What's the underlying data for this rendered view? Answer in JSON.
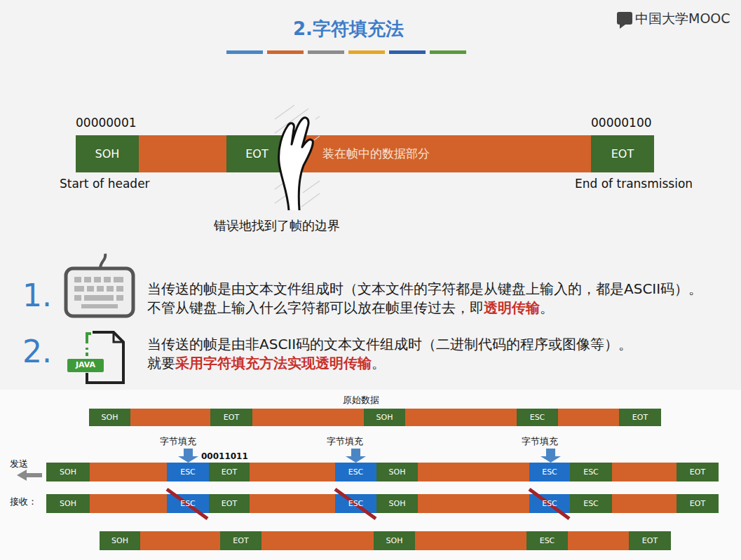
{
  "diagram": {
    "title": "2.字符填充法",
    "nodes": [
      {
        "text": [
          "SOH"
        ]
      },
      {
        "text": [
          "EOT"
        ]
      },
      {
        "text": [
          "装在帧中的数据部分"
        ]
      },
      {
        "text": [
          "EOT"
        ]
      },
      {
        "text": [
          "SOH"
        ]
      },
      {
        "text": [
          "EOT"
        ]
      },
      {
        "text": [
          "SOH"
        ]
      },
      {
        "text": [
          "ESC"
        ]
      },
      {
        "text": [
          "EOT"
        ]
      },
      {
        "text": [
          "SOH"
        ]
      },
      {
        "text": [
          "ESC"
        ]
      },
      {
        "text": [
          "EOT"
        ]
      },
      {
        "text": [
          "ESC"
        ]
      },
      {
        "text": [
          "SOH"
        ]
      },
      {
        "text": [
          "ESC"
        ]
      },
      {
        "text": [
          "ESC"
        ]
      },
      {
        "text": [
          "EOT"
        ]
      },
      {
        "text": [
          "SOH"
        ]
      },
      {
        "text": [
          "ESC"
        ]
      },
      {
        "text": [
          "EOT"
        ]
      },
      {
        "text": [
          "ESC"
        ]
      },
      {
        "text": [
          "SOH"
        ]
      },
      {
        "text": [
          "ESC"
        ]
      },
      {
        "text": [
          "ESC"
        ]
      },
      {
        "text": [
          "EOT"
        ]
      },
      {
        "text": [
          "SOH"
        ]
      },
      {
        "text": [
          "EOT"
        ]
      },
      {
        "text": [
          "SOH"
        ]
      },
      {
        "text": [
          "ESC"
        ]
      },
      {
        "text": [
          "EOT"
        ]
      }
    ],
    "labels": [
      "中国大学MOOC",
      "00000001",
      "00000100",
      "Start of header",
      "End of transmission",
      "错误地找到了帧的边界",
      "1.",
      "当传送的帧是由文本文件组成时（文本文件的字符都是从键盘上输入的，都是ASCII码）。不管从键盘上输入什么字符都可以放在帧里传过去，即",
      "透明传输",
      "。",
      "2.",
      "JAVA",
      "当传送的帧是由非ASCII码的文本文件组成时（二进制代码的程序或图像等）。就要",
      "采用字符填充方法实现透明传输",
      "。",
      "原始数据",
      "字节填充",
      "字节填充",
      "字节填充",
      "00011011",
      "发送",
      "接收："
    ]
  }
}
